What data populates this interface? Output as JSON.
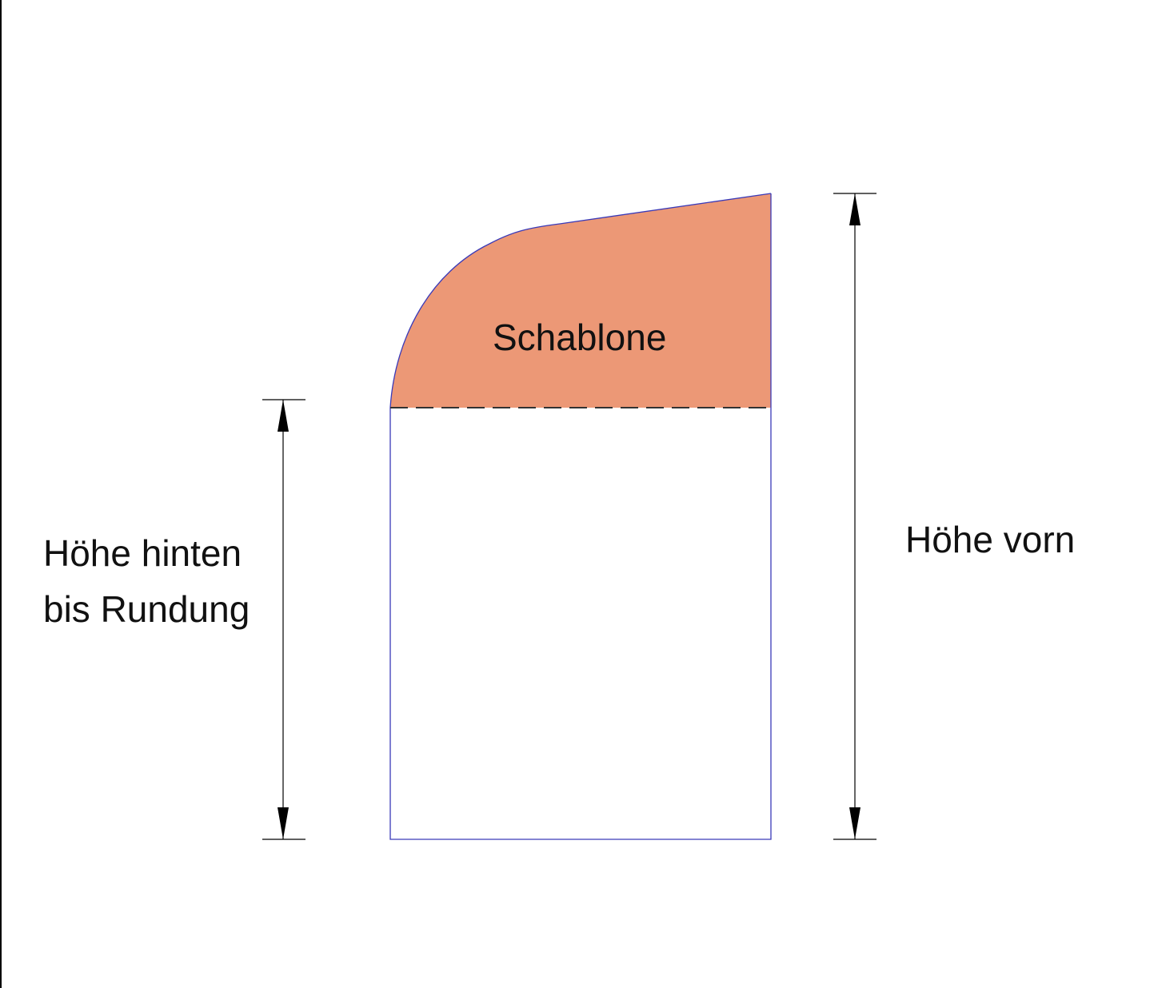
{
  "labels": {
    "template": "Schablone",
    "height_back_line1": "Höhe hinten",
    "height_back_line2": "bis Rundung",
    "height_front": "Höhe vorn"
  },
  "colors": {
    "template_fill": "#EC9876",
    "outline": "#3a3ab8",
    "dimension_lines": "#000000",
    "page_border": "#000000"
  }
}
